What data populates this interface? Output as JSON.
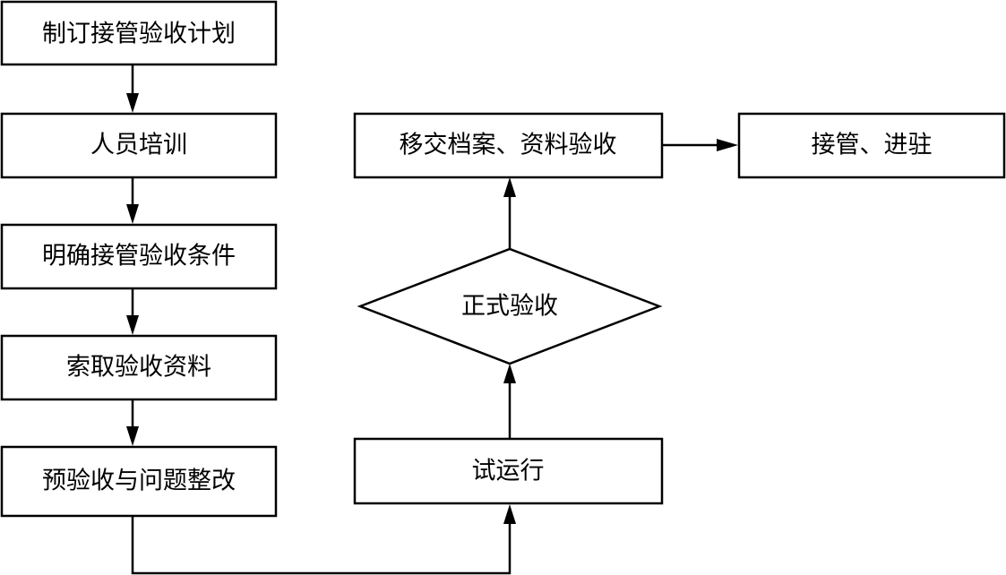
{
  "nodes": {
    "plan": "制订接管验收计划",
    "training": "人员培训",
    "conditions": "明确接管验收条件",
    "materials": "索取验收资料",
    "pre_acceptance": "预验收与问题整改",
    "trial_run": "试运行",
    "formal_acceptance": "正式验收",
    "handover": "移交档案、资料验收",
    "takeover": "接管、进驻"
  }
}
